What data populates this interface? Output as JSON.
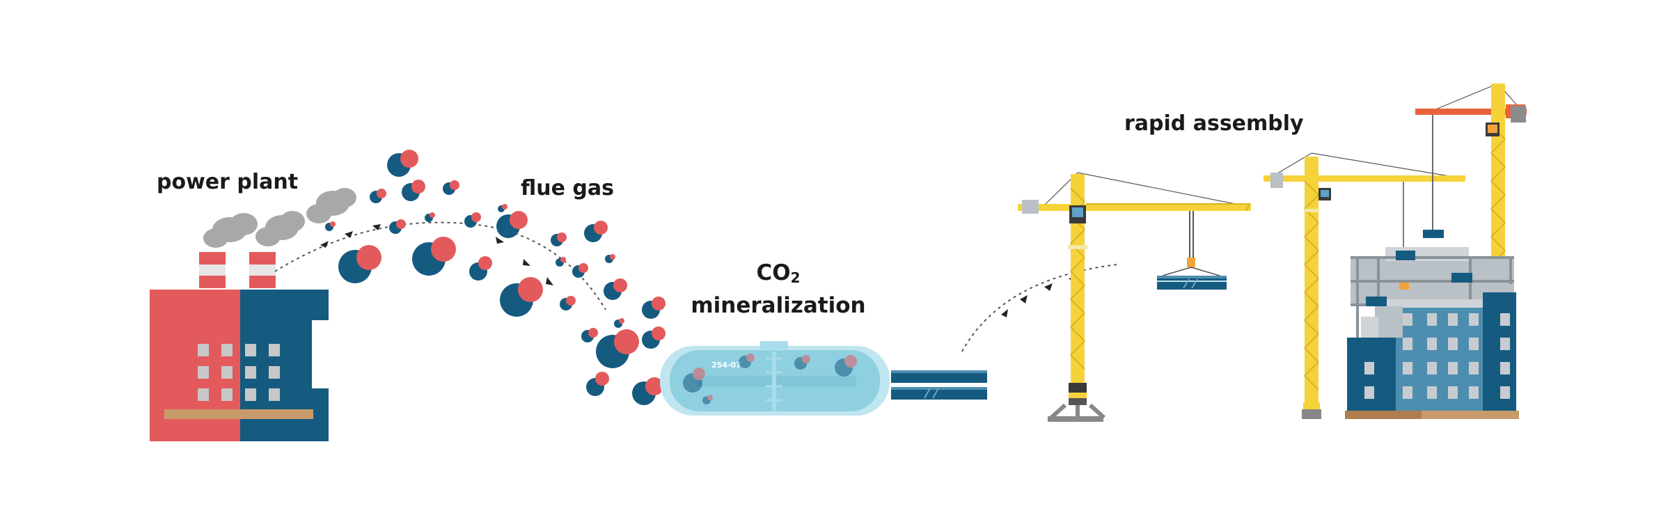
{
  "labels": {
    "power_plant": "power plant",
    "flue_gas": "flue gas",
    "co2_main": "CO",
    "co2_sub": "2",
    "mineralization": "mineralization",
    "rapid_assembly": "rapid assembly"
  },
  "tank_text": {
    "code": "254-07"
  },
  "colors": {
    "factory_red": "#e35a5c",
    "factory_blue": "#155b80",
    "molecule_red": "#e35a5c",
    "molecule_blue": "#155b80",
    "smoke": "#a8a8a8",
    "tank": "#8ecfe0",
    "crane_yellow": "#f6d23a",
    "crane_orange": "#e8623c",
    "building_blue": "#155b80",
    "building_grey": "#b9c0c6",
    "ground_tan": "#c99a6a"
  }
}
